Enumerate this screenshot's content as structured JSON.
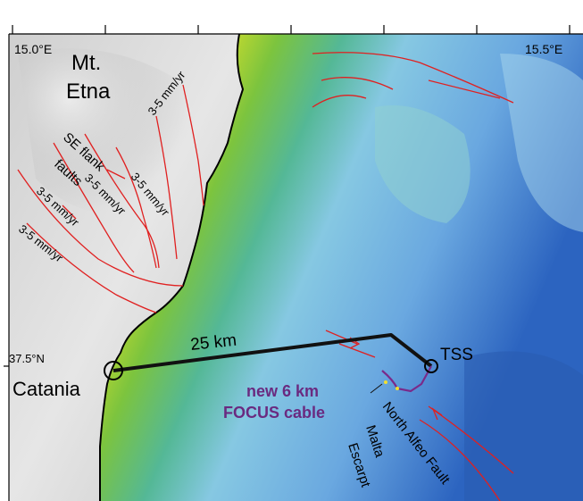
{
  "axes": {
    "lon_left": "15.0°E",
    "lon_right": "15.5°E",
    "lat": "37.5°N"
  },
  "places": {
    "volcano_line1": "Mt.",
    "volcano_line2": "Etna",
    "city": "Catania",
    "station": "TSS"
  },
  "faults": {
    "se_flank_line1": "SE flank",
    "se_flank_line2": "faults",
    "rate": "3-5 mm/yr",
    "north_alfeo": "North Alfeo Fault",
    "malta_line1": "Malta",
    "malta_line2": "Escarpt"
  },
  "cable": {
    "distance": "25 km",
    "new_line1": "new 6 km",
    "new_line2": "FOCUS cable"
  },
  "colors": {
    "fault_line": "#e02020",
    "cable_main": "#111111",
    "focus_cable": "#7a2a8a",
    "land": "#d8d8d8",
    "shallow": "#e01010",
    "mid": "#f0e020",
    "deep": "#3c80d0"
  }
}
